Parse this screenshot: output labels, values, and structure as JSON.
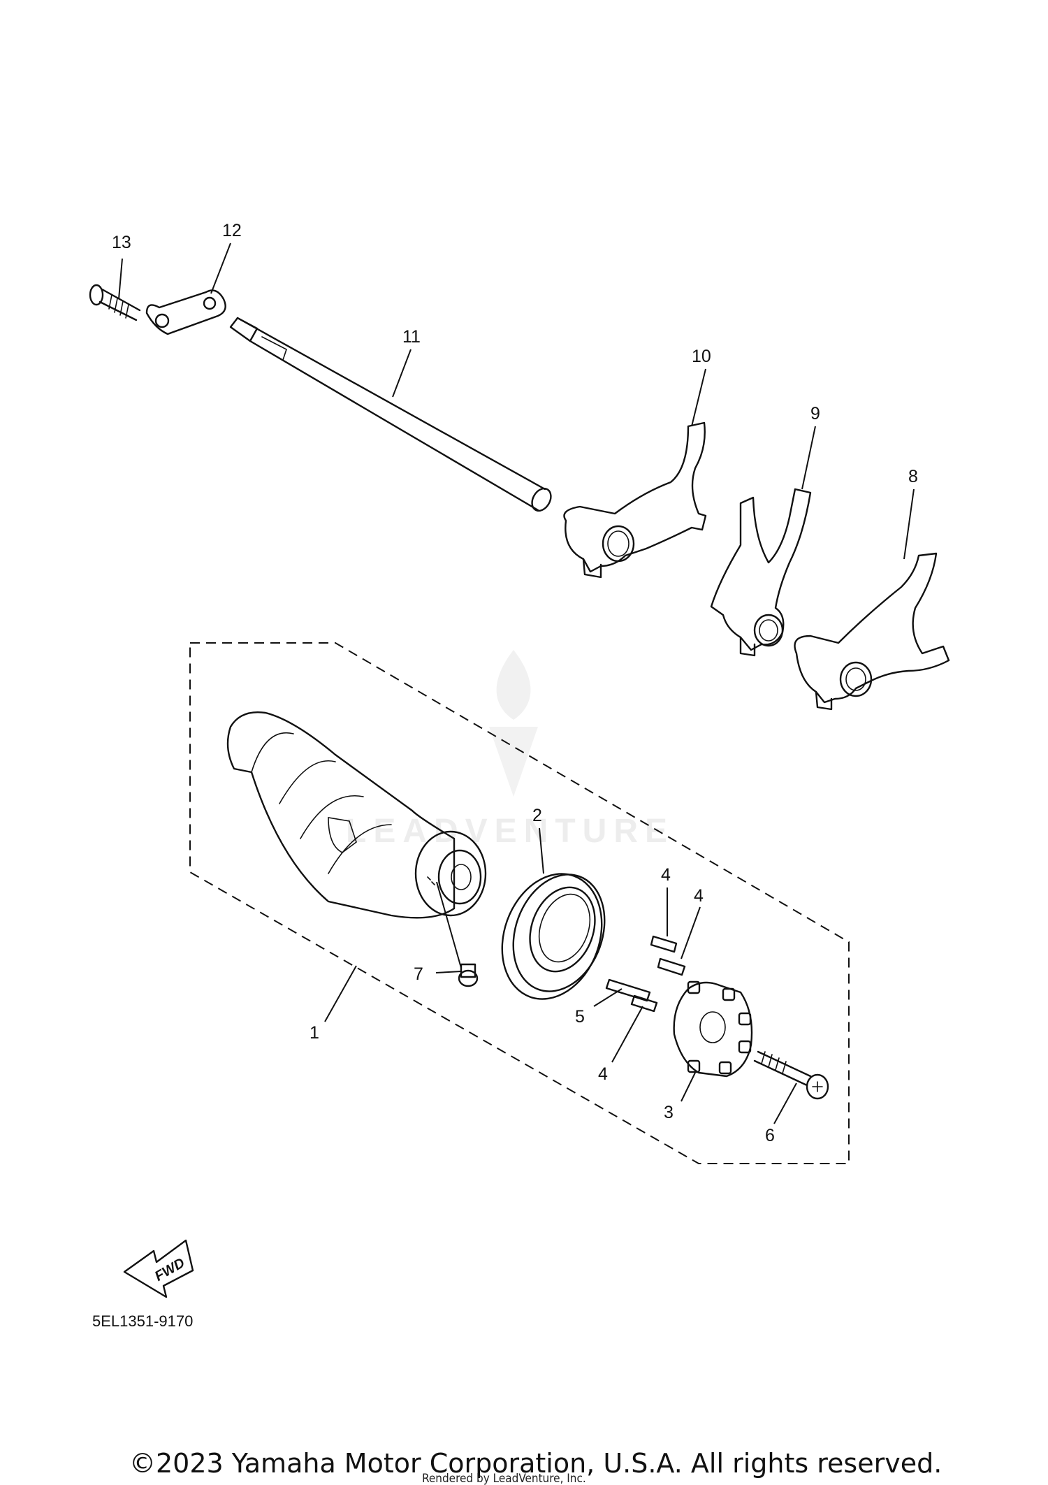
{
  "diagram": {
    "callouts": [
      "1",
      "2",
      "3",
      "4",
      "4",
      "4",
      "5",
      "6",
      "7",
      "8",
      "9",
      "10",
      "11",
      "12",
      "13"
    ],
    "fwd_label": "FWD",
    "drawing_code": "5EL1351-9170",
    "copyright": "©2023 Yamaha Motor Corporation, U.S.A. All rights reserved.",
    "rendered_by": "Rendered by LeadVenture, Inc.",
    "watermark": "LEADVENTURE"
  }
}
